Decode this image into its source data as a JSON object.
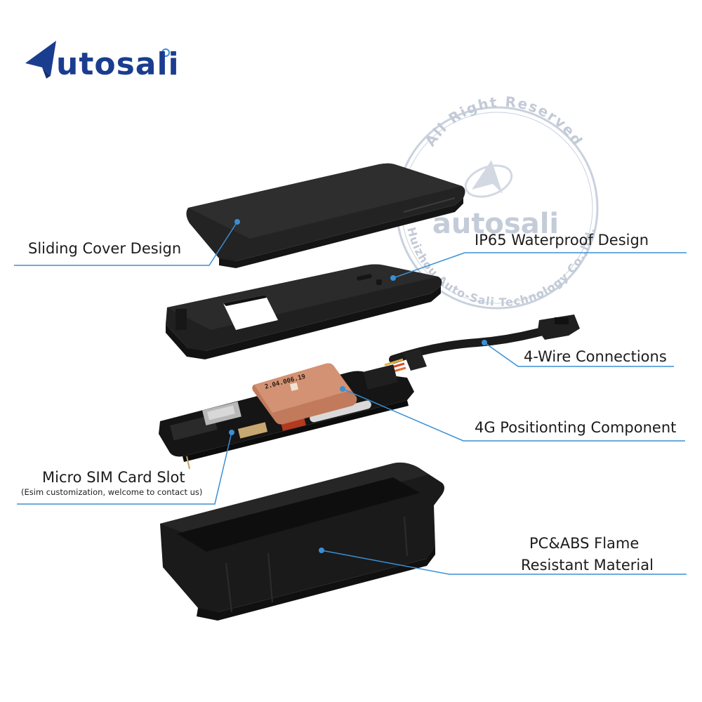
{
  "brand": {
    "logo_text": "utosali",
    "logo_color": "#1b3d8f"
  },
  "watermark": {
    "arc_top": "All Right Reserved",
    "center": "autosali",
    "arc_bottom": "Huizhou Auto-Sali Technology Co.,ltd."
  },
  "callouts": {
    "sliding_cover": "Sliding Cover Design",
    "waterproof": "IP65 Waterproof Design",
    "wire": "4-Wire Connections",
    "positioning": "4G Positionting Component",
    "sim_title": "Micro SIM Card Slot",
    "sim_sub": "(Esim customization, welcome to contact us)",
    "material_1": "PC&ABS Flame",
    "material_2": "Resistant Material"
  },
  "components": {
    "antenna_code": "2.04.006.19"
  },
  "colors": {
    "leader_line": "#3a8fd4",
    "housing": "#1e1e1e",
    "antenna": "#c8866a"
  }
}
